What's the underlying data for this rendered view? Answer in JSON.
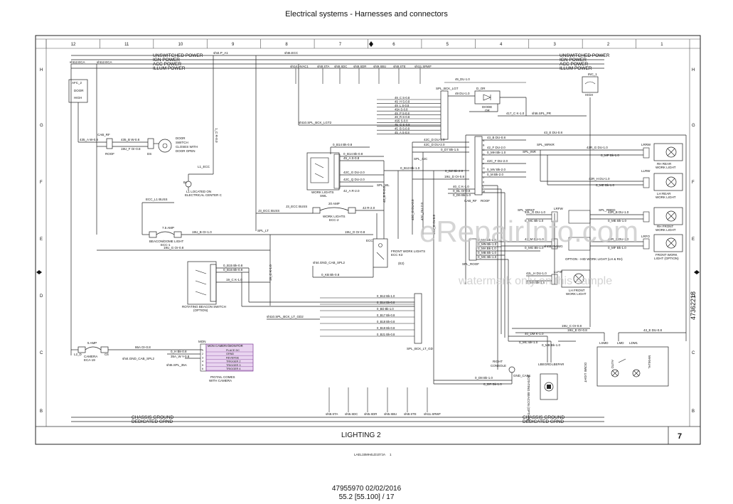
{
  "header": {
    "title": "Electrical systems - Harnesses and connectors"
  },
  "grid": {
    "columns": [
      "12",
      "11",
      "10",
      "9",
      "8",
      "7",
      "6",
      "5",
      "4",
      "3",
      "2",
      "1"
    ],
    "rows": [
      "H",
      "G",
      "F",
      "E",
      "D",
      "C",
      "B"
    ]
  },
  "buses": {
    "top": [
      "UNSWITCHED POWER",
      "IGN POWER",
      "ACC POWER",
      "ILLUM POWER"
    ],
    "bottom": [
      "CHASSIS GROUND",
      "DEDICATED GRND"
    ],
    "left_top": [
      "sht12.ECA",
      "sht12.ECA"
    ],
    "top_tags": [
      "sht4.P_A1",
      "sht6.ECC"
    ],
    "illum_tags": [
      "sht14.HVAC1",
      "sht8.STA",
      "sht8.SDC",
      "sht8.SDR",
      "sht9.SBU",
      "sht8.STE",
      "sht11.SRWF"
    ],
    "ground_tags": [
      "sht8.STA",
      "sht6.SDC",
      "sht5.SDR",
      "sht5.SBU",
      "sht8.STE",
      "sht11.SRWF"
    ]
  },
  "components": {
    "afc": {
      "label": "AFC_2",
      "sub1": "DOOR",
      "sub2": "HIGH"
    },
    "cab_rf": {
      "label": "CAB_RF",
      "wire1": "435_A W-0.8",
      "wire2": "435_B W-0.8",
      "wire3": "19U_F Or-0.8",
      "roof": "ROOF",
      "ds": "DS"
    },
    "door_switch": {
      "lines": [
        "DOOR",
        "SWITCH",
        "CLOSES WITH",
        "DOOR OPEN"
      ]
    },
    "l1": {
      "label": "L1_ECC",
      "bplus": "B+",
      "note1": "L1 LOCATED ON",
      "note2": "ELECTRICAL CENTER C",
      "wire": "1_C R-8.0"
    },
    "ecc_l1_buss": "ECC_L1 BUSS",
    "fuse_beacon": {
      "amp": "7.5 AMP",
      "label1": "BEACON/DOME LIGHT",
      "label2": "ECC-1",
      "wire_out": "19U_B Or-1.0",
      "wire_in": "19U_G Or-0.8"
    },
    "spl_lt": "SPL_LT",
    "beacon_switch": {
      "label1": "ROTATING BEACON SWITCH",
      "label2": "(OPTION)",
      "wires": [
        "0_B15 Bk-0.8",
        "0_B16 Bk-0.8",
        "19_C K-1.0"
      ],
      "pins": [
        "6",
        "5",
        "4",
        "3",
        "2",
        "1"
      ]
    },
    "camera": {
      "amp": "5 AMP",
      "label1": "CAMERA",
      "label2": "ECA-19",
      "wire": "86A Or-0.8",
      "c6": "C6",
      "l2": "L2_D"
    },
    "mon": {
      "label": "MON",
      "title": "MON CAMERA/MONITOR",
      "rows": [
        "PLACE DC",
        "GRND",
        "REVERSE",
        "TRIGGER 2",
        "TRIGGER 3",
        "TRIGGER 4"
      ],
      "pins": [
        "1",
        "2",
        "3",
        "4",
        "5",
        "6"
      ],
      "wires": [
        "0_H Bk-0.8",
        "35A_W Y-0.8"
      ],
      "tag1": "sht4.GND_CAB_SPL2",
      "tag2": "sht6.SPL_35A",
      "note1": "PIGTAIL COMES",
      "note2": "WITH CAMERA"
    },
    "ecc_buss": {
      "label": "J3_ECC BUSS",
      "wire": "J3_ECC BUSS"
    },
    "work_lights_sw": {
      "label1": "WORK LIGHTS",
      "label2": "SWL",
      "wires": [
        "0_B14 Bk-0.8",
        "0_B14 Bk-0.8",
        "45_A S-0.8",
        "42C_G DU-2.0",
        "42C_Q DU-2.0",
        "42_A R-2.0"
      ]
    },
    "fuse_work": {
      "amp": "20 AMP",
      "label1": "WORK LIGHTS",
      "label2": "ECC-2",
      "wire": "42 R-2.0"
    },
    "relay": {
      "label1": "FRONT WORK LIGHTS",
      "label2": "ECC K3",
      "label3": "(E2)",
      "ecc": "ECC",
      "wire": "19U_O Or-0.8",
      "gnd": "sht4.GND_CAB_SPL2",
      "kb": "0_KB Bk-0.8"
    },
    "spl_bck_lgt": {
      "label": "SPL_BCK_LGT",
      "tag": "sht10.SPL_BCK_LGT2",
      "wires": [
        "49_DU-1.0",
        "49_C S-0.8",
        "49_H S-0.8",
        "49_L S-0.8",
        "49A S-0.8",
        "49_P S-0.8",
        "49_R S-0.8",
        "49S S-0.8",
        "45_G S-0.8",
        "45_B S-0.8",
        "45_A S-0.8"
      ]
    },
    "diode": {
      "label1": "D_OR",
      "label2": "DIODE",
      "label3": "OR",
      "wire": "49 DU-1.0",
      "out": "417_C K-1.0",
      "tag": "sht6.SPL_PR"
    },
    "spl_42c": {
      "label": "SPL_42C",
      "wires": [
        "42C_D DU-1.0",
        "42C_D DU-2.0",
        "0_D7 Bk-1.5",
        "0_B13 Bk-1.0",
        "0_DZ Bk-2.0",
        "19U_D Or-0.8",
        "19U_D Or-0.8"
      ]
    },
    "spl_wl": {
      "label": "SPL_WL",
      "wires": [
        "42_B R-2.0",
        "42C_D DU-2.0",
        "42C_DU-2.0"
      ]
    },
    "cab_rf_roof": {
      "label": "CAB_RF",
      "roof": "ROOF",
      "pins": [
        "A",
        "B",
        "C",
        "D",
        "E",
        "F",
        "G",
        "H",
        "J",
        "K",
        "L",
        "M"
      ],
      "wires": [
        "43_B DU-0.8",
        "42_F DU-2.0",
        "0_MH Bk-1.0",
        "0_MV Bk-2.0",
        "42C_F DU-2.0",
        "0_M Bk-2.0",
        "40_C K-1.0",
        "0_BL Or-0.8",
        "0_D6 Bk-1.0"
      ]
    },
    "spl_wrkr": {
      "label": "SPL_WRKR",
      "wire_a": "SPL_INR",
      "wire_b": "42R_G DU-1.0",
      "wire_c": "0_MP Bk-1.0"
    },
    "rear_r": {
      "label": "LRRW",
      "title1": "RH REAR",
      "title2": "WORK LIGHT"
    },
    "rear_l": {
      "label": "LLRW",
      "title1": "LH REAR",
      "title2": "WORK LIGHT",
      "wire1": "42R_H DU-1.0",
      "wire2": "0_ME Bk-1.0"
    },
    "hid_r": {
      "label": "LRFW",
      "title1": "RH FRONT",
      "title2": "WORK LIGHT",
      "spl": "SPL_WRKF",
      "wires": [
        "42L_G DU-1.0",
        "0_MC Bk-1.0",
        "42R_B DU-1.0",
        "0_ME Bk-1.0"
      ]
    },
    "hid_f": {
      "label": "LRFO",
      "title1": "FRONT WORK",
      "title2": "LIGHT (OPTION)",
      "wires": [
        "42_M DU-1.0",
        "0_MG Bk-1.0",
        "42R_E DU-1.0",
        "0_MF Bk-1.0"
      ],
      "spl": "SPL_RBED"
    },
    "spl_roof": {
      "label": "SPL_ROOF",
      "wires": [
        "0_MA Bk-1.0",
        "0_MN Bk-1.0",
        "0_MA Bk-1.0",
        "0_MB Bk-1.0",
        "0_MC Bk-1.0"
      ],
      "tag": "sht11.RWMG"
    },
    "option_note": "OPTION - HID WORK LIGHT (LH & RH)",
    "lh_front": {
      "label": "LLFW",
      "title1": "LH FRONT",
      "title2": "WORK LIGHT",
      "wires": [
        "42L_H DU-1.0",
        "0_MH Bk-1.0"
      ]
    },
    "spl_bck_lt_gd": {
      "label": "SPL_BCK_LT_GD",
      "tag": "sht10.SPL_BCK_LT_GD2",
      "wires": [
        "0_B12 Bk-1.0",
        "0_B14 Bk-0.8",
        "0_BD Bk-1.0",
        "0_B17 Bk-0.8",
        "0_B18 Bk-0.8",
        "0_B19 Bk-0.8",
        "0_B21 Bk-0.8"
      ]
    },
    "console": {
      "label1": "RIGHT",
      "label2": "CONSOLE",
      "gnd": "GND_CAB1",
      "wires": [
        "0_D8 Bk-1.0",
        "0_DR Bk-1.0"
      ]
    },
    "beacon_lamp": {
      "lb": "LBEGRD",
      "lbpar": "LBEPAR",
      "title": "ROTATING BEACON (OPTION)",
      "wires": [
        "40_DM K-1.0",
        "0_MC Bk-1.0",
        "0_MB Bk-1.0"
      ]
    },
    "dome": {
      "label": "DOME LIGHT",
      "lsmd": "LSMD",
      "lmd": "LMD",
      "ldm": "LDM1",
      "auto": "AUTO",
      "manual": "MANUAL",
      "wires": [
        "19U_C Or-0.8",
        "19U_E Or-0.8",
        "43_E DU-0.8"
      ]
    },
    "horn": {
      "label": "INC_1",
      "high": "HIGH"
    }
  },
  "frame": {
    "section_title": "LIGHTING 2",
    "page_num": "7",
    "doc_num": "47362218",
    "code": "LAEL15MH4LD107JA",
    "code_page": "1"
  },
  "watermark": {
    "main": "eRepairInfo.com",
    "sub": "watermark only on this sample"
  },
  "footer": {
    "line1": "47955970 02/02/2016",
    "line2": "55.2 [55.100] / 17"
  }
}
